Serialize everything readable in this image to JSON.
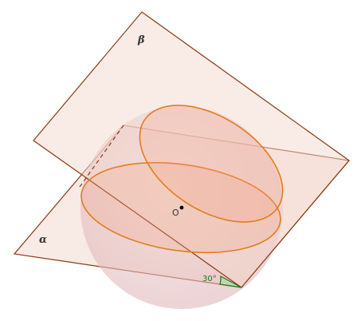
{
  "labels": {
    "plane_beta": "β",
    "plane_alpha": "α",
    "center": "O",
    "angle": "30°"
  },
  "colors": {
    "plane_fill": "#f3d9cf",
    "plane_edge": "#8b3a12",
    "sphere_fill": "#e7c2c2",
    "circle_stroke": "#e27d20",
    "angle_color": "#1a7a1a",
    "text": "#333333"
  },
  "figure": {
    "dihedral_angle_deg": 30
  }
}
